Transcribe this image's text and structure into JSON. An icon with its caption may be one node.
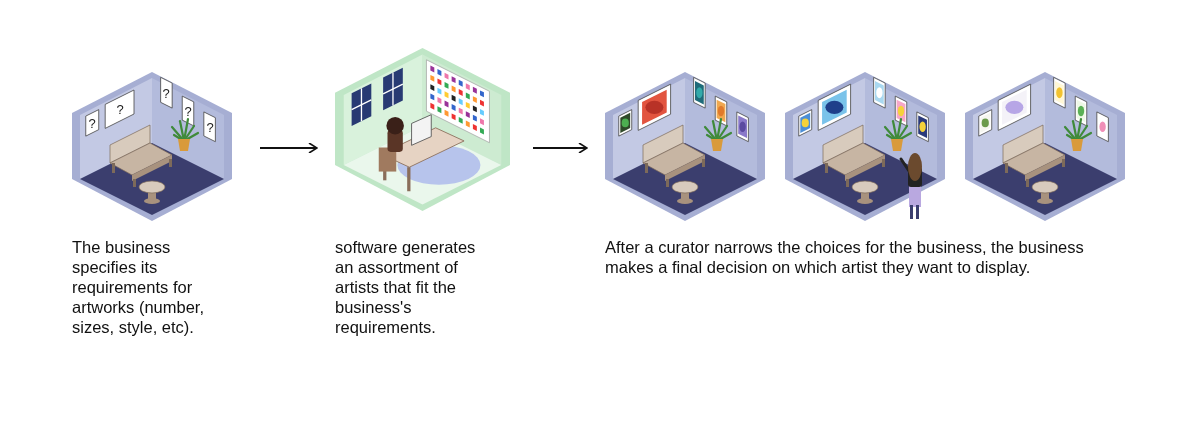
{
  "diagram": {
    "nodes": [
      {
        "text": [
          "The business specifies its requirements for artworks (number, sizes, style, etc)."
        ]
      },
      {
        "text": [
          "software generates an assortment of artists that fit the business's requirements."
        ]
      },
      {
        "text": [
          "After a curator narrows the choices for the business, the business makes a final decision on which artist they want to display."
        ]
      }
    ],
    "edges": [
      {
        "from": 0,
        "to": 1,
        "arrow": "to"
      },
      {
        "from": 1,
        "to": 2,
        "arrow": "to"
      }
    ],
    "labels": [
      "?",
      "?",
      "?",
      "?",
      "?"
    ]
  }
}
